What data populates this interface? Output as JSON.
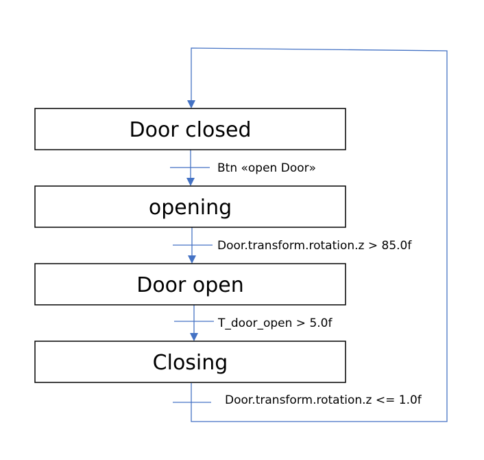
{
  "states": [
    {
      "label": "Door closed"
    },
    {
      "label": "opening"
    },
    {
      "label": "Door open"
    },
    {
      "label": "Closing"
    }
  ],
  "transitions": [
    {
      "condition": "Btn «open Door»"
    },
    {
      "condition": "Door.transform.rotation.z > 85.0f"
    },
    {
      "condition": "T_door_open > 5.0f"
    },
    {
      "condition": "Door.transform.rotation.z <= 1.0f"
    }
  ],
  "colors": {
    "connector": "#4472C4",
    "box_border": "#000000",
    "box_fill": "#ffffff",
    "text": "#000000"
  }
}
